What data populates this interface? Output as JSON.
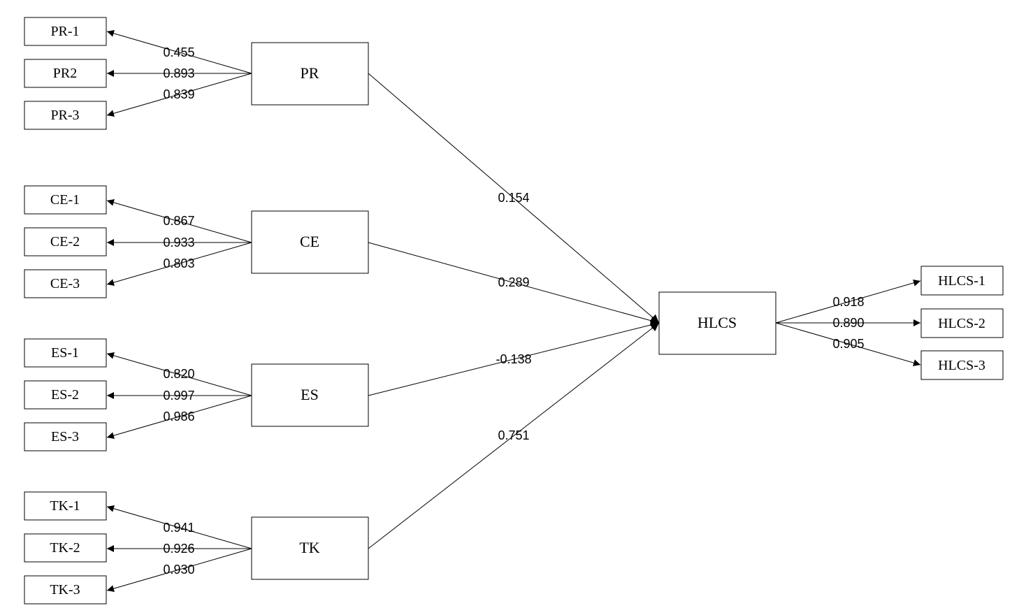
{
  "latents": [
    {
      "id": "PR",
      "label": "PR"
    },
    {
      "id": "CE",
      "label": "CE"
    },
    {
      "id": "ES",
      "label": "ES"
    },
    {
      "id": "TK",
      "label": "TK"
    },
    {
      "id": "HLCS",
      "label": "HLCS"
    }
  ],
  "indicators": [
    {
      "id": "PR-1",
      "label": "PR-1",
      "latent": "PR",
      "loading": "0.455"
    },
    {
      "id": "PR2",
      "label": "PR2",
      "latent": "PR",
      "loading": "0.893"
    },
    {
      "id": "PR-3",
      "label": "PR-3",
      "latent": "PR",
      "loading": "0.839"
    },
    {
      "id": "CE-1",
      "label": "CE-1",
      "latent": "CE",
      "loading": "0.867"
    },
    {
      "id": "CE-2",
      "label": "CE-2",
      "latent": "CE",
      "loading": "0.933"
    },
    {
      "id": "CE-3",
      "label": "CE-3",
      "latent": "CE",
      "loading": "0.803"
    },
    {
      "id": "ES-1",
      "label": "ES-1",
      "latent": "ES",
      "loading": "0.820"
    },
    {
      "id": "ES-2",
      "label": "ES-2",
      "latent": "ES",
      "loading": "0.997"
    },
    {
      "id": "ES-3",
      "label": "ES-3",
      "latent": "ES",
      "loading": "0.986"
    },
    {
      "id": "TK-1",
      "label": "TK-1",
      "latent": "TK",
      "loading": "0.941"
    },
    {
      "id": "TK-2",
      "label": "TK-2",
      "latent": "TK",
      "loading": "0.926"
    },
    {
      "id": "TK-3",
      "label": "TK-3",
      "latent": "TK",
      "loading": "0.930"
    },
    {
      "id": "HLCS-1",
      "label": "HLCS-1",
      "latent": "HLCS",
      "loading": "0.918"
    },
    {
      "id": "HLCS-2",
      "label": "HLCS-2",
      "latent": "HLCS",
      "loading": "0.890"
    },
    {
      "id": "HLCS-3",
      "label": "HLCS-3",
      "latent": "HLCS",
      "loading": "0.905"
    }
  ],
  "paths": [
    {
      "from": "PR",
      "to": "HLCS",
      "coef": "0.154"
    },
    {
      "from": "CE",
      "to": "HLCS",
      "coef": "0.289"
    },
    {
      "from": "ES",
      "to": "HLCS",
      "coef": "-0.138"
    },
    {
      "from": "TK",
      "to": "HLCS",
      "coef": "0.751"
    }
  ]
}
